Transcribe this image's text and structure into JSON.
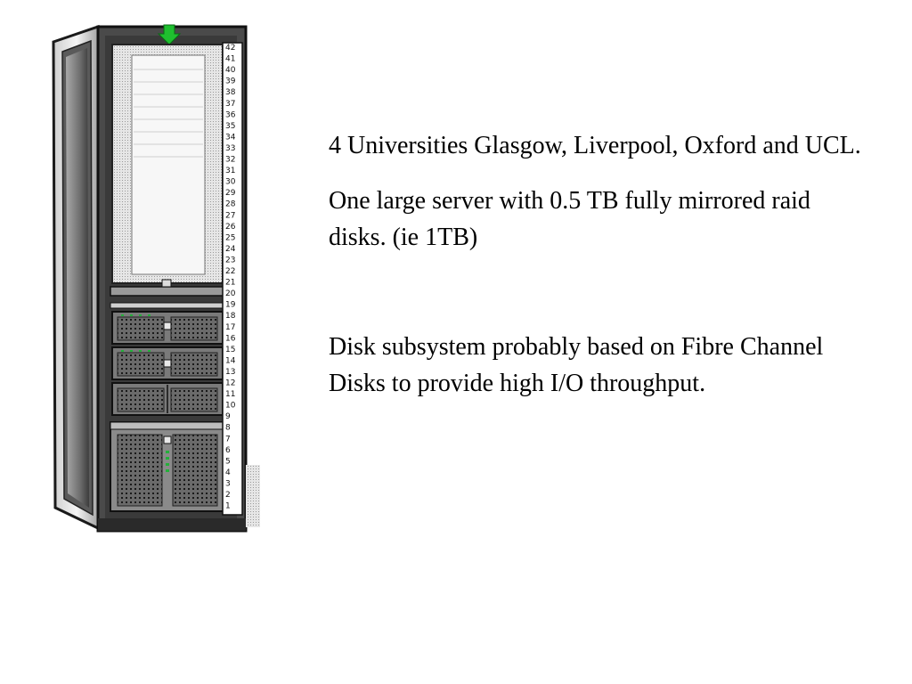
{
  "slide": {
    "image": {
      "name": "server-rack",
      "unit_numbers": [
        "42",
        "41",
        "40",
        "39",
        "38",
        "37",
        "36",
        "35",
        "34",
        "33",
        "32",
        "31",
        "30",
        "29",
        "28",
        "27",
        "26",
        "25",
        "24",
        "23",
        "22",
        "21",
        "20",
        "19",
        "18",
        "17",
        "16",
        "15",
        "14",
        "13",
        "12",
        "11",
        "10",
        "9",
        "8",
        "7",
        "6",
        "5",
        "4",
        "3",
        "2",
        "1"
      ]
    },
    "paragraphs": [
      "4 Universities Glasgow, Liverpool, Oxford and UCL.",
      "One large server with 0.5 TB fully mirrored raid disks. (ie 1TB)",
      "Disk subsystem probably based on Fibre Channel Disks to provide high I/O throughput."
    ]
  }
}
